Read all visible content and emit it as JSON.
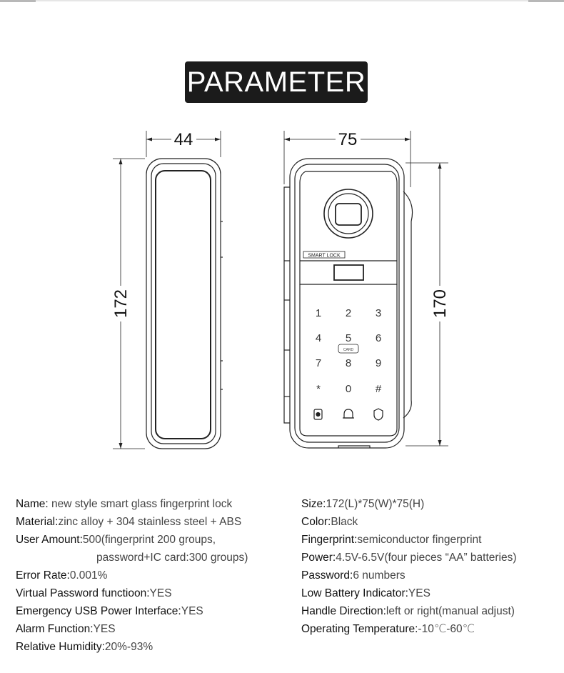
{
  "title": "PARAMETER",
  "drawing": {
    "side_width": "44",
    "side_height": "172",
    "front_width": "75",
    "front_height": "170",
    "brand": "SMART LOCK",
    "card_label": "CARD",
    "keys": [
      "1",
      "2",
      "3",
      "4",
      "5",
      "6",
      "7",
      "8",
      "9",
      "*",
      "0",
      "#"
    ]
  },
  "specs_left": [
    {
      "label": "Name:",
      "value": " new style smart glass fingerprint lock"
    },
    {
      "label": "Material:",
      "value": "zinc alloy + 304 stainless steel + ABS"
    },
    {
      "label": "User Amount:",
      "value": "500(fingerprint 200 groups,"
    },
    {
      "label": "",
      "value": "password+IC card:300 groups)"
    },
    {
      "label": "Error Rate:",
      "value": "0.001%"
    },
    {
      "label": "Virtual Password functioon:",
      "value": "YES"
    },
    {
      "label": "Emergency USB Power Interface:",
      "value": "YES"
    },
    {
      "label": "Alarm Function:",
      "value": "YES"
    },
    {
      "label": "Relative Humidity:",
      "value": "20%-93%"
    }
  ],
  "specs_right": [
    {
      "label": "Size:",
      "value": "172(L)*75(W)*75(H)"
    },
    {
      "label": "Color:",
      "value": "Black"
    },
    {
      "label": "Fingerprint:",
      "value": "semiconductor fingerprint"
    },
    {
      "label": "Power:",
      "value": "4.5V-6.5V(four pieces “AA” batteries)"
    },
    {
      "label": "Password:",
      "value": "6 numbers"
    },
    {
      "label": "Low Battery Indicator:",
      "value": "YES"
    },
    {
      "label": "Handle Direction:",
      "value": "left or right(manual adjust)"
    },
    {
      "label": "Operating Temperature:",
      "value": "-10℃-60℃"
    }
  ]
}
